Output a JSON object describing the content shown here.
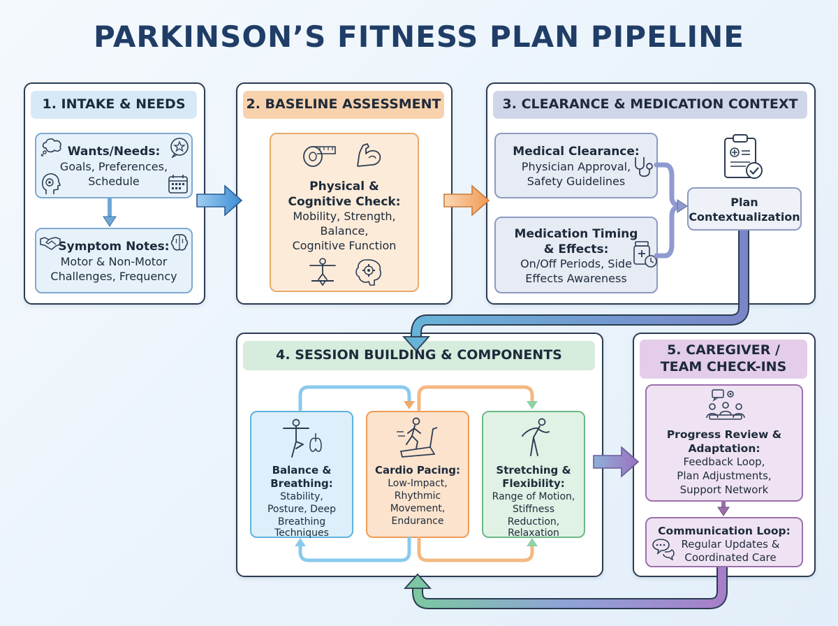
{
  "title": "PARKINSON’S FITNESS PLAN PIPELINE",
  "stage1": {
    "heading": "1. INTAKE & NEEDS",
    "wants": {
      "head": "Wants/Needs:",
      "lines": [
        "Goals, Preferences,",
        "Schedule"
      ]
    },
    "symptoms": {
      "head": "Symptom Notes:",
      "lines": [
        "Motor & Non-Motor",
        "Challenges, Frequency"
      ]
    }
  },
  "stage2": {
    "heading": "2. BASELINE ASSESSMENT",
    "check": {
      "head1": "Physical &",
      "head2": "Cognitive Check:",
      "lines": [
        "Mobility, Strength,",
        "Balance,",
        "Cognitive Function"
      ]
    }
  },
  "stage3": {
    "heading": "3. CLEARANCE & MEDICATION CONTEXT",
    "clearance": {
      "head": "Medical Clearance:",
      "lines": [
        "Physician Approval,",
        "Safety Guidelines"
      ]
    },
    "medication": {
      "head1": "Medication Timing",
      "head2": "& Effects:",
      "lines": [
        "On/Off Periods, Side",
        "Effects Awareness"
      ]
    },
    "plan": {
      "line1": "Plan",
      "line2": "Contextualization"
    }
  },
  "stage4": {
    "heading": "4. SESSION BUILDING & COMPONENTS",
    "balance": {
      "head1": "Balance &",
      "head2": "Breathing:",
      "lines": [
        "Stability,",
        "Posture, Deep",
        "Breathing",
        "Techniques"
      ]
    },
    "cardio": {
      "head": "Cardio Pacing:",
      "lines": [
        "Low-Impact,",
        "Rhythmic",
        "Movement,",
        "Endurance"
      ]
    },
    "stretch": {
      "head1": "Stretching &",
      "head2": "Flexibility:",
      "lines": [
        "Range of Motion,",
        "Stiffness",
        "Reduction,",
        "Relaxation"
      ]
    }
  },
  "stage5": {
    "heading1": "5. CAREGIVER /",
    "heading2": "TEAM CHECK-INS",
    "progress": {
      "head1": "Progress Review &",
      "head2": "Adaptation:",
      "lines": [
        "Feedback Loop,",
        "Plan Adjustments,",
        "Support Network"
      ]
    },
    "comm": {
      "head": "Communication Loop:",
      "lines": [
        "Regular Updates &",
        "Coordinated Care"
      ]
    }
  },
  "colors": {
    "title": "#1f3d66",
    "head1": "#d7e9f6",
    "head2": "#f8d2ad",
    "head3": "#d0d6ea",
    "head4": "#d6ecdd",
    "head5": "#e3cdea"
  }
}
